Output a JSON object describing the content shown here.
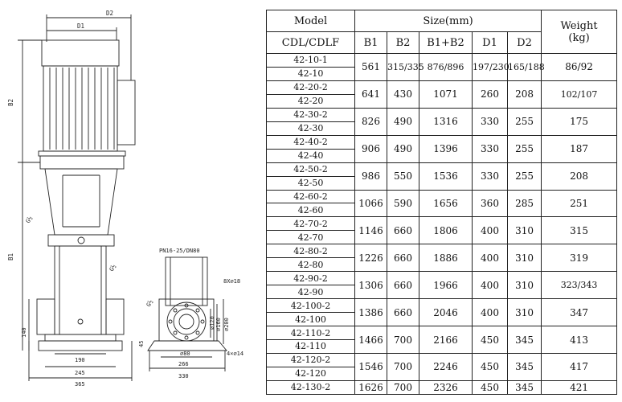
{
  "drawing": {
    "labels": {
      "d2": "D2",
      "d1": "D1",
      "b2": "B2",
      "b1": "B1",
      "g_half_top": "G½",
      "g_half_mid": "G½",
      "g_half_side": "G½",
      "dim_140": "140",
      "dim_190": "190",
      "dim_245": "245",
      "dim_365": "365",
      "flange": "PN16-25/DN80",
      "bolt": "8X⌀18",
      "dim_phi120": "⌀120",
      "dim_phi160": "⌀160",
      "dim_phi200": "⌀200",
      "dim_phi80": "⌀80",
      "dim_266": "266",
      "dim_330": "330",
      "dim_4phi14": "4×⌀14",
      "dim_45": "45"
    }
  },
  "table": {
    "header": {
      "model": "Model",
      "size": "Size(mm)",
      "weight": "Weight",
      "weight_unit": "(kg)",
      "series": "CDL/CDLF",
      "b1": "B1",
      "b2": "B2",
      "b1b2": "B1+B2",
      "d1": "D1",
      "d2": "D2"
    },
    "rows": [
      {
        "models": [
          "42-10-1",
          "42-10"
        ],
        "b1": "561",
        "b2": "315/335",
        "b1b2": "876/896",
        "d1": "197/230",
        "d2": "165/188",
        "weight": "86/92"
      },
      {
        "models": [
          "42-20-2",
          "42-20"
        ],
        "b1": "641",
        "b2": "430",
        "b1b2": "1071",
        "d1": "260",
        "d2": "208",
        "weight": "102/107"
      },
      {
        "models": [
          "42-30-2",
          "42-30"
        ],
        "b1": "826",
        "b2": "490",
        "b1b2": "1316",
        "d1": "330",
        "d2": "255",
        "weight": "175"
      },
      {
        "models": [
          "42-40-2",
          "42-40"
        ],
        "b1": "906",
        "b2": "490",
        "b1b2": "1396",
        "d1": "330",
        "d2": "255",
        "weight": "187"
      },
      {
        "models": [
          "42-50-2",
          "42-50"
        ],
        "b1": "986",
        "b2": "550",
        "b1b2": "1536",
        "d1": "330",
        "d2": "255",
        "weight": "208"
      },
      {
        "models": [
          "42-60-2",
          "42-60"
        ],
        "b1": "1066",
        "b2": "590",
        "b1b2": "1656",
        "d1": "360",
        "d2": "285",
        "weight": "251"
      },
      {
        "models": [
          "42-70-2",
          "42-70"
        ],
        "b1": "1146",
        "b2": "660",
        "b1b2": "1806",
        "d1": "400",
        "d2": "310",
        "weight": "315"
      },
      {
        "models": [
          "42-80-2",
          "42-80"
        ],
        "b1": "1226",
        "b2": "660",
        "b1b2": "1886",
        "d1": "400",
        "d2": "310",
        "weight": "319"
      },
      {
        "models": [
          "42-90-2",
          "42-90"
        ],
        "b1": "1306",
        "b2": "660",
        "b1b2": "1966",
        "d1": "400",
        "d2": "310",
        "weight": "323/343"
      },
      {
        "models": [
          "42-100-2",
          "42-100"
        ],
        "b1": "1386",
        "b2": "660",
        "b1b2": "2046",
        "d1": "400",
        "d2": "310",
        "weight": "347"
      },
      {
        "models": [
          "42-110-2",
          "42-110"
        ],
        "b1": "1466",
        "b2": "700",
        "b1b2": "2166",
        "d1": "450",
        "d2": "345",
        "weight": "413"
      },
      {
        "models": [
          "42-120-2",
          "42-120"
        ],
        "b1": "1546",
        "b2": "700",
        "b1b2": "2246",
        "d1": "450",
        "d2": "345",
        "weight": "417"
      },
      {
        "models": [
          "42-130-2"
        ],
        "b1": "1626",
        "b2": "700",
        "b1b2": "2326",
        "d1": "450",
        "d2": "345",
        "weight": "421"
      }
    ]
  }
}
